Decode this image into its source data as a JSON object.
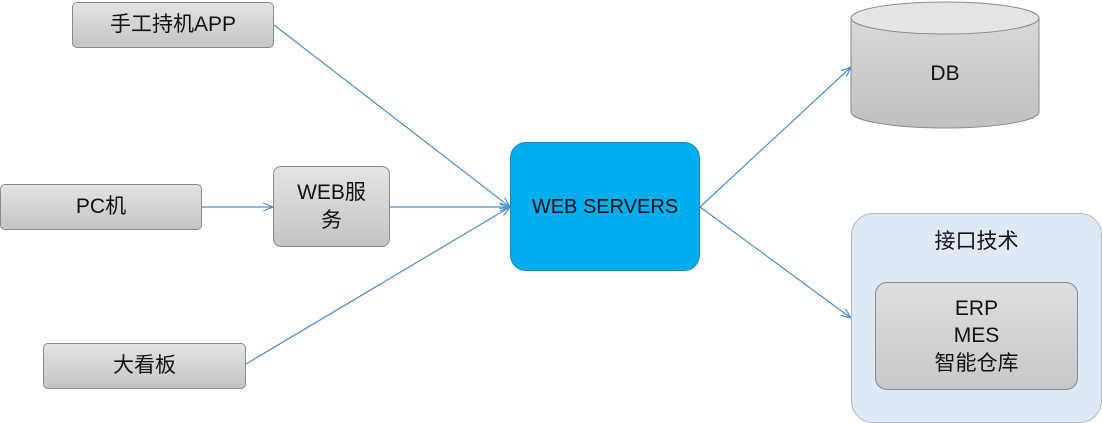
{
  "nodes": {
    "handheld_app": "手工持机APP",
    "pc": "PC机",
    "web_service": "WEB服务",
    "big_board": "大看板",
    "web_servers": "WEB SERVERS",
    "db": "DB",
    "interface_tech": "接口技术",
    "systems": [
      "ERP",
      "MES",
      "智能仓库"
    ]
  },
  "colors": {
    "arrow": "#4a8fcf",
    "web_servers_fill": "#00aeef",
    "interface_fill": "#dfe9f5",
    "node_fill": "#d2d2d2"
  }
}
